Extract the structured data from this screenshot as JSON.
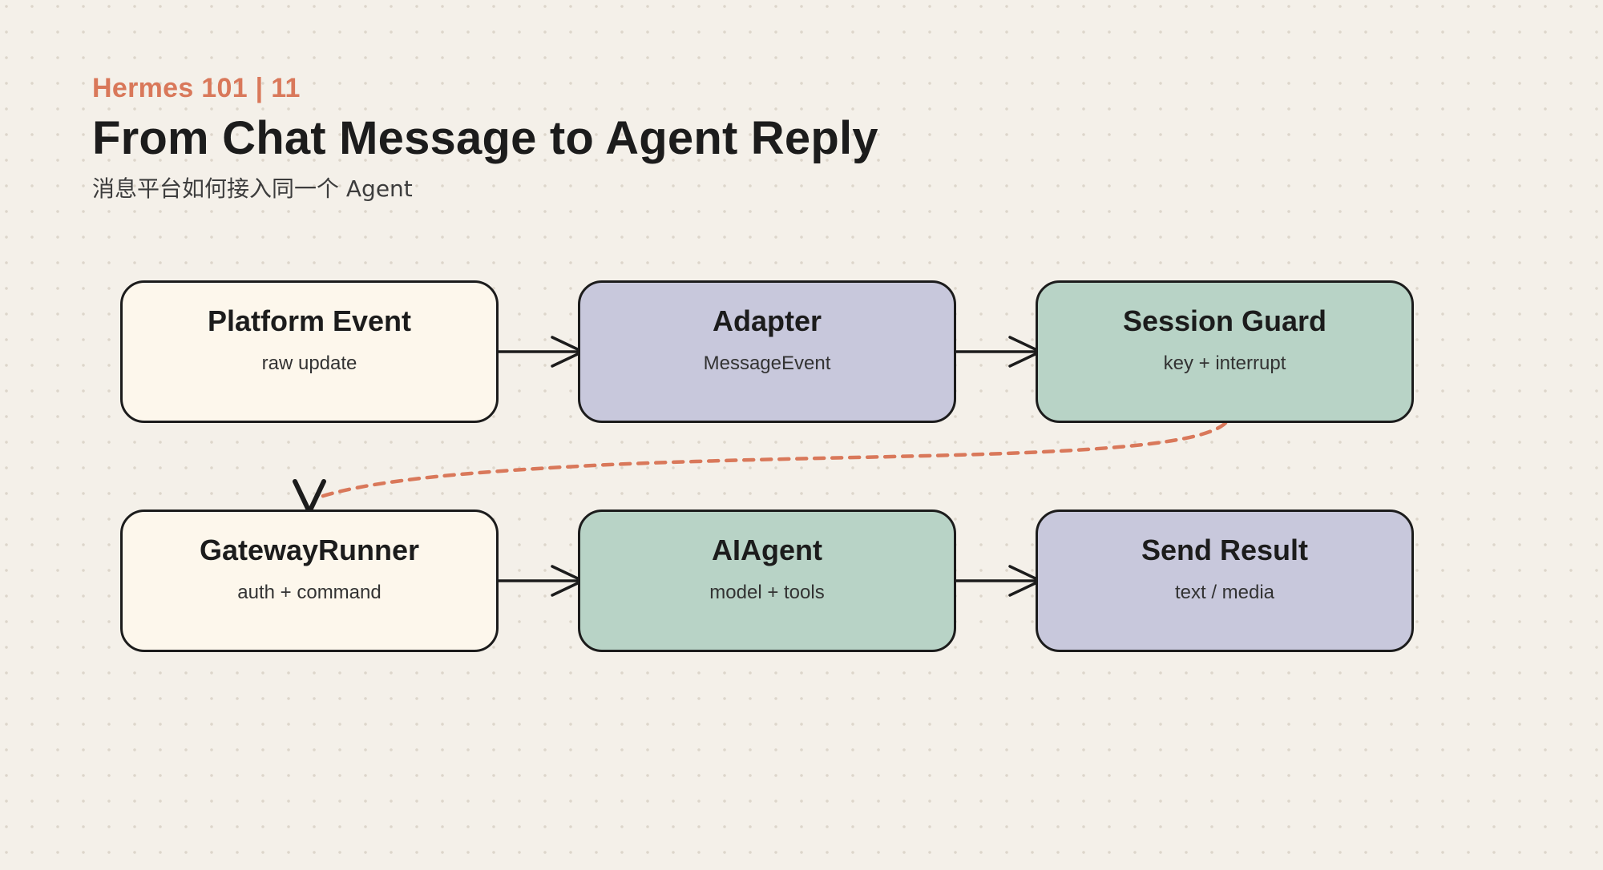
{
  "header": {
    "kicker": "Hermes 101 | 11",
    "title": "From Chat Message to Agent Reply",
    "subtitle": "消息平台如何接入同一个 Agent"
  },
  "nodes": [
    {
      "title": "Platform Event",
      "subtitle": "raw update",
      "color": "#fdf7ec"
    },
    {
      "title": "Adapter",
      "subtitle": "MessageEvent",
      "color": "#c8c8dc"
    },
    {
      "title": "Session Guard",
      "subtitle": "key + interrupt",
      "color": "#b8d3c6"
    },
    {
      "title": "GatewayRunner",
      "subtitle": "auth + command",
      "color": "#fdf7ec"
    },
    {
      "title": "AIAgent",
      "subtitle": "model + tools",
      "color": "#b8d3c6"
    },
    {
      "title": "Send Result",
      "subtitle": "text / media",
      "color": "#c8c8dc"
    }
  ],
  "colors": {
    "accent": "#d9785a",
    "ink": "#1c1c1c",
    "background": "#f4f0e9"
  }
}
